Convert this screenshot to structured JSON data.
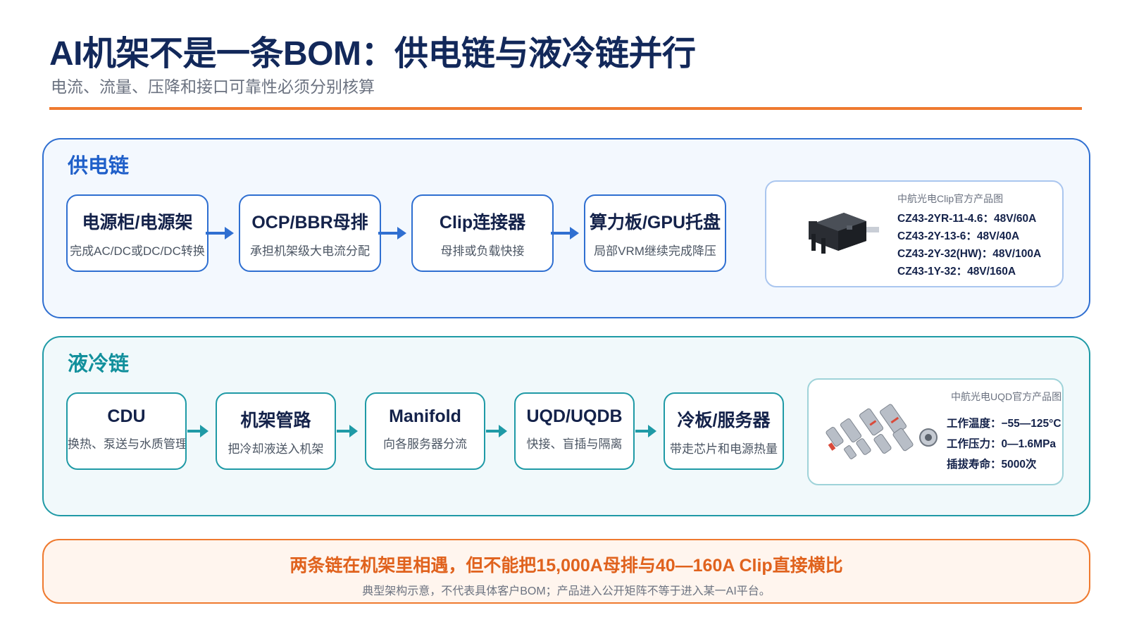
{
  "header": {
    "title": "AI机架不是一条BOM：供电链与液冷链并行",
    "subtitle": "电流、流量、压降和接口可靠性必须分别核算",
    "accent_color": "#ef7a2f"
  },
  "power_chain": {
    "title": "供电链",
    "color": "#2f6fd1",
    "steps": [
      {
        "title": "电源柜/电源架",
        "desc": "完成AC/DC或DC/DC转换"
      },
      {
        "title": "OCP/BBR母排",
        "desc": "承担机架级大电流分配"
      },
      {
        "title": "Clip连接器",
        "desc": "母排或负载快接"
      },
      {
        "title": "算力板/GPU托盘",
        "desc": "局部VRM继续完成降压"
      }
    ],
    "product": {
      "caption": "中航光电Clip官方产品图",
      "image_icon": "clip-connector-photo",
      "specs": [
        "CZ43-2YR-11-4.6：48V/60A",
        "CZ43-2Y-13-6：48V/40A",
        "CZ43-2Y-32(HW)：48V/100A",
        "CZ43-1Y-32：48V/160A"
      ]
    }
  },
  "cooling_chain": {
    "title": "液冷链",
    "color": "#1f9aa6",
    "steps": [
      {
        "title": "CDU",
        "desc": "换热、泵送与水质管理"
      },
      {
        "title": "机架管路",
        "desc": "把冷却液送入机架"
      },
      {
        "title": "Manifold",
        "desc": "向各服务器分流"
      },
      {
        "title": "UQD/UQDB",
        "desc": "快接、盲插与隔离"
      },
      {
        "title": "冷板/服务器",
        "desc": "带走芯片和电源热量"
      }
    ],
    "product": {
      "caption": "中航光电UQD官方产品图",
      "image_icon": "uqd-connectors-photo",
      "specs": [
        "工作温度：−55—125°C",
        "工作压力：0—1.6MPa",
        "插拔寿命：5000次"
      ]
    }
  },
  "banner": {
    "title": "两条链在机架里相遇，但不能把15,000A母排与40—160A Clip直接横比",
    "note": "典型架构示意，不代表具体客户BOM；产品进入公开矩阵不等于进入某一AI平台。"
  }
}
